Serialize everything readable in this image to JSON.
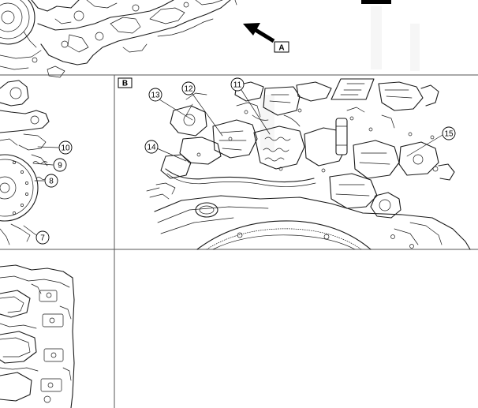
{
  "view_labels": {
    "a": "A",
    "b": "B"
  },
  "callouts": {
    "c7": "7",
    "c8": "8",
    "c9": "9",
    "c10": "10",
    "c11": "11",
    "c12": "12",
    "c13": "13",
    "c14": "14",
    "c15": "15"
  },
  "colors": {
    "line": "#1a1a1a",
    "frame": "#555555",
    "background": "#ffffff"
  },
  "icons": {
    "view_arrow": "arrow-icon"
  }
}
